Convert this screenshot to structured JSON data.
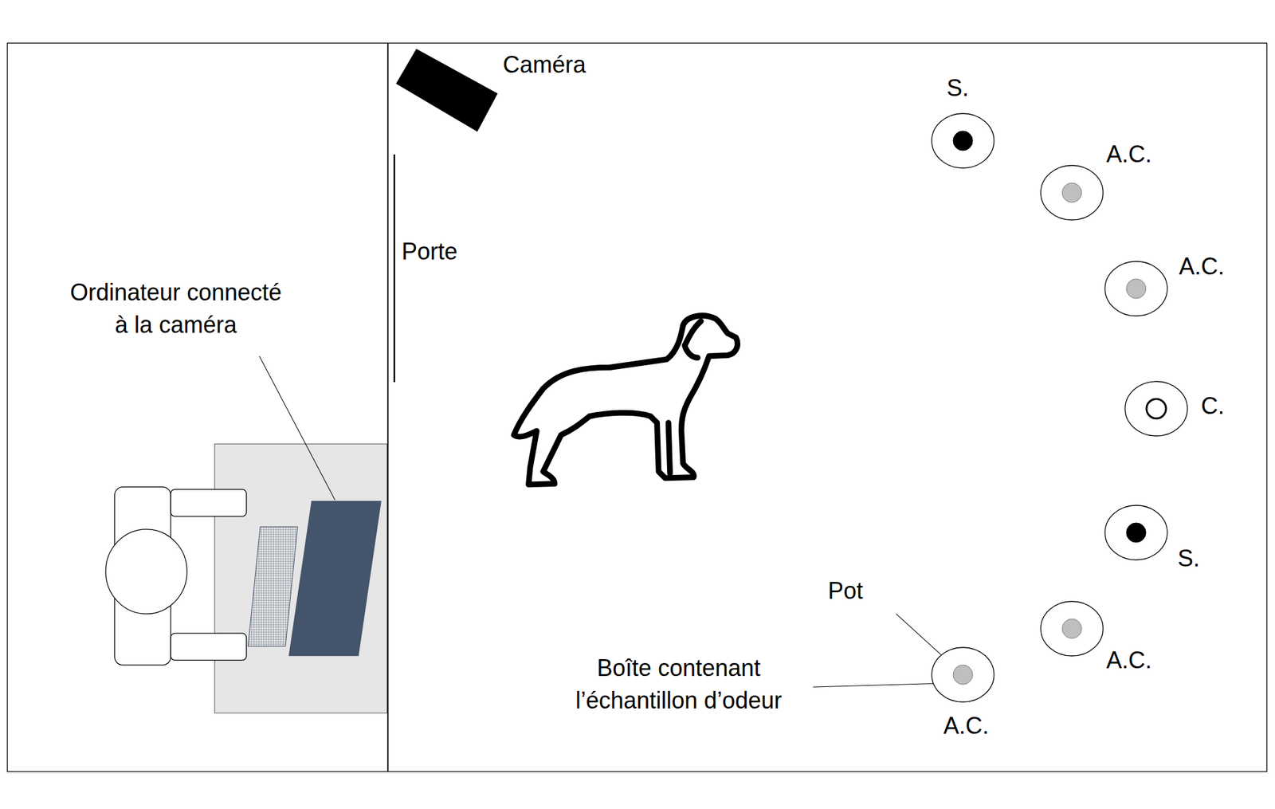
{
  "diagram": {
    "nodes": [
      {
        "text": [
          "S."
        ]
      },
      {
        "text": [
          "A.C."
        ]
      },
      {
        "text": [
          "A.C."
        ]
      },
      {
        "text": [
          "C."
        ]
      },
      {
        "text": [
          "S."
        ]
      },
      {
        "text": [
          "A.C."
        ]
      },
      {
        "text": [
          "A.C."
        ]
      }
    ],
    "labels": [
      "Caméra",
      "Porte",
      "Ordinateur connecté à la caméra",
      "Pot",
      "Boîte contenant l’échantillon d’odeur"
    ]
  }
}
